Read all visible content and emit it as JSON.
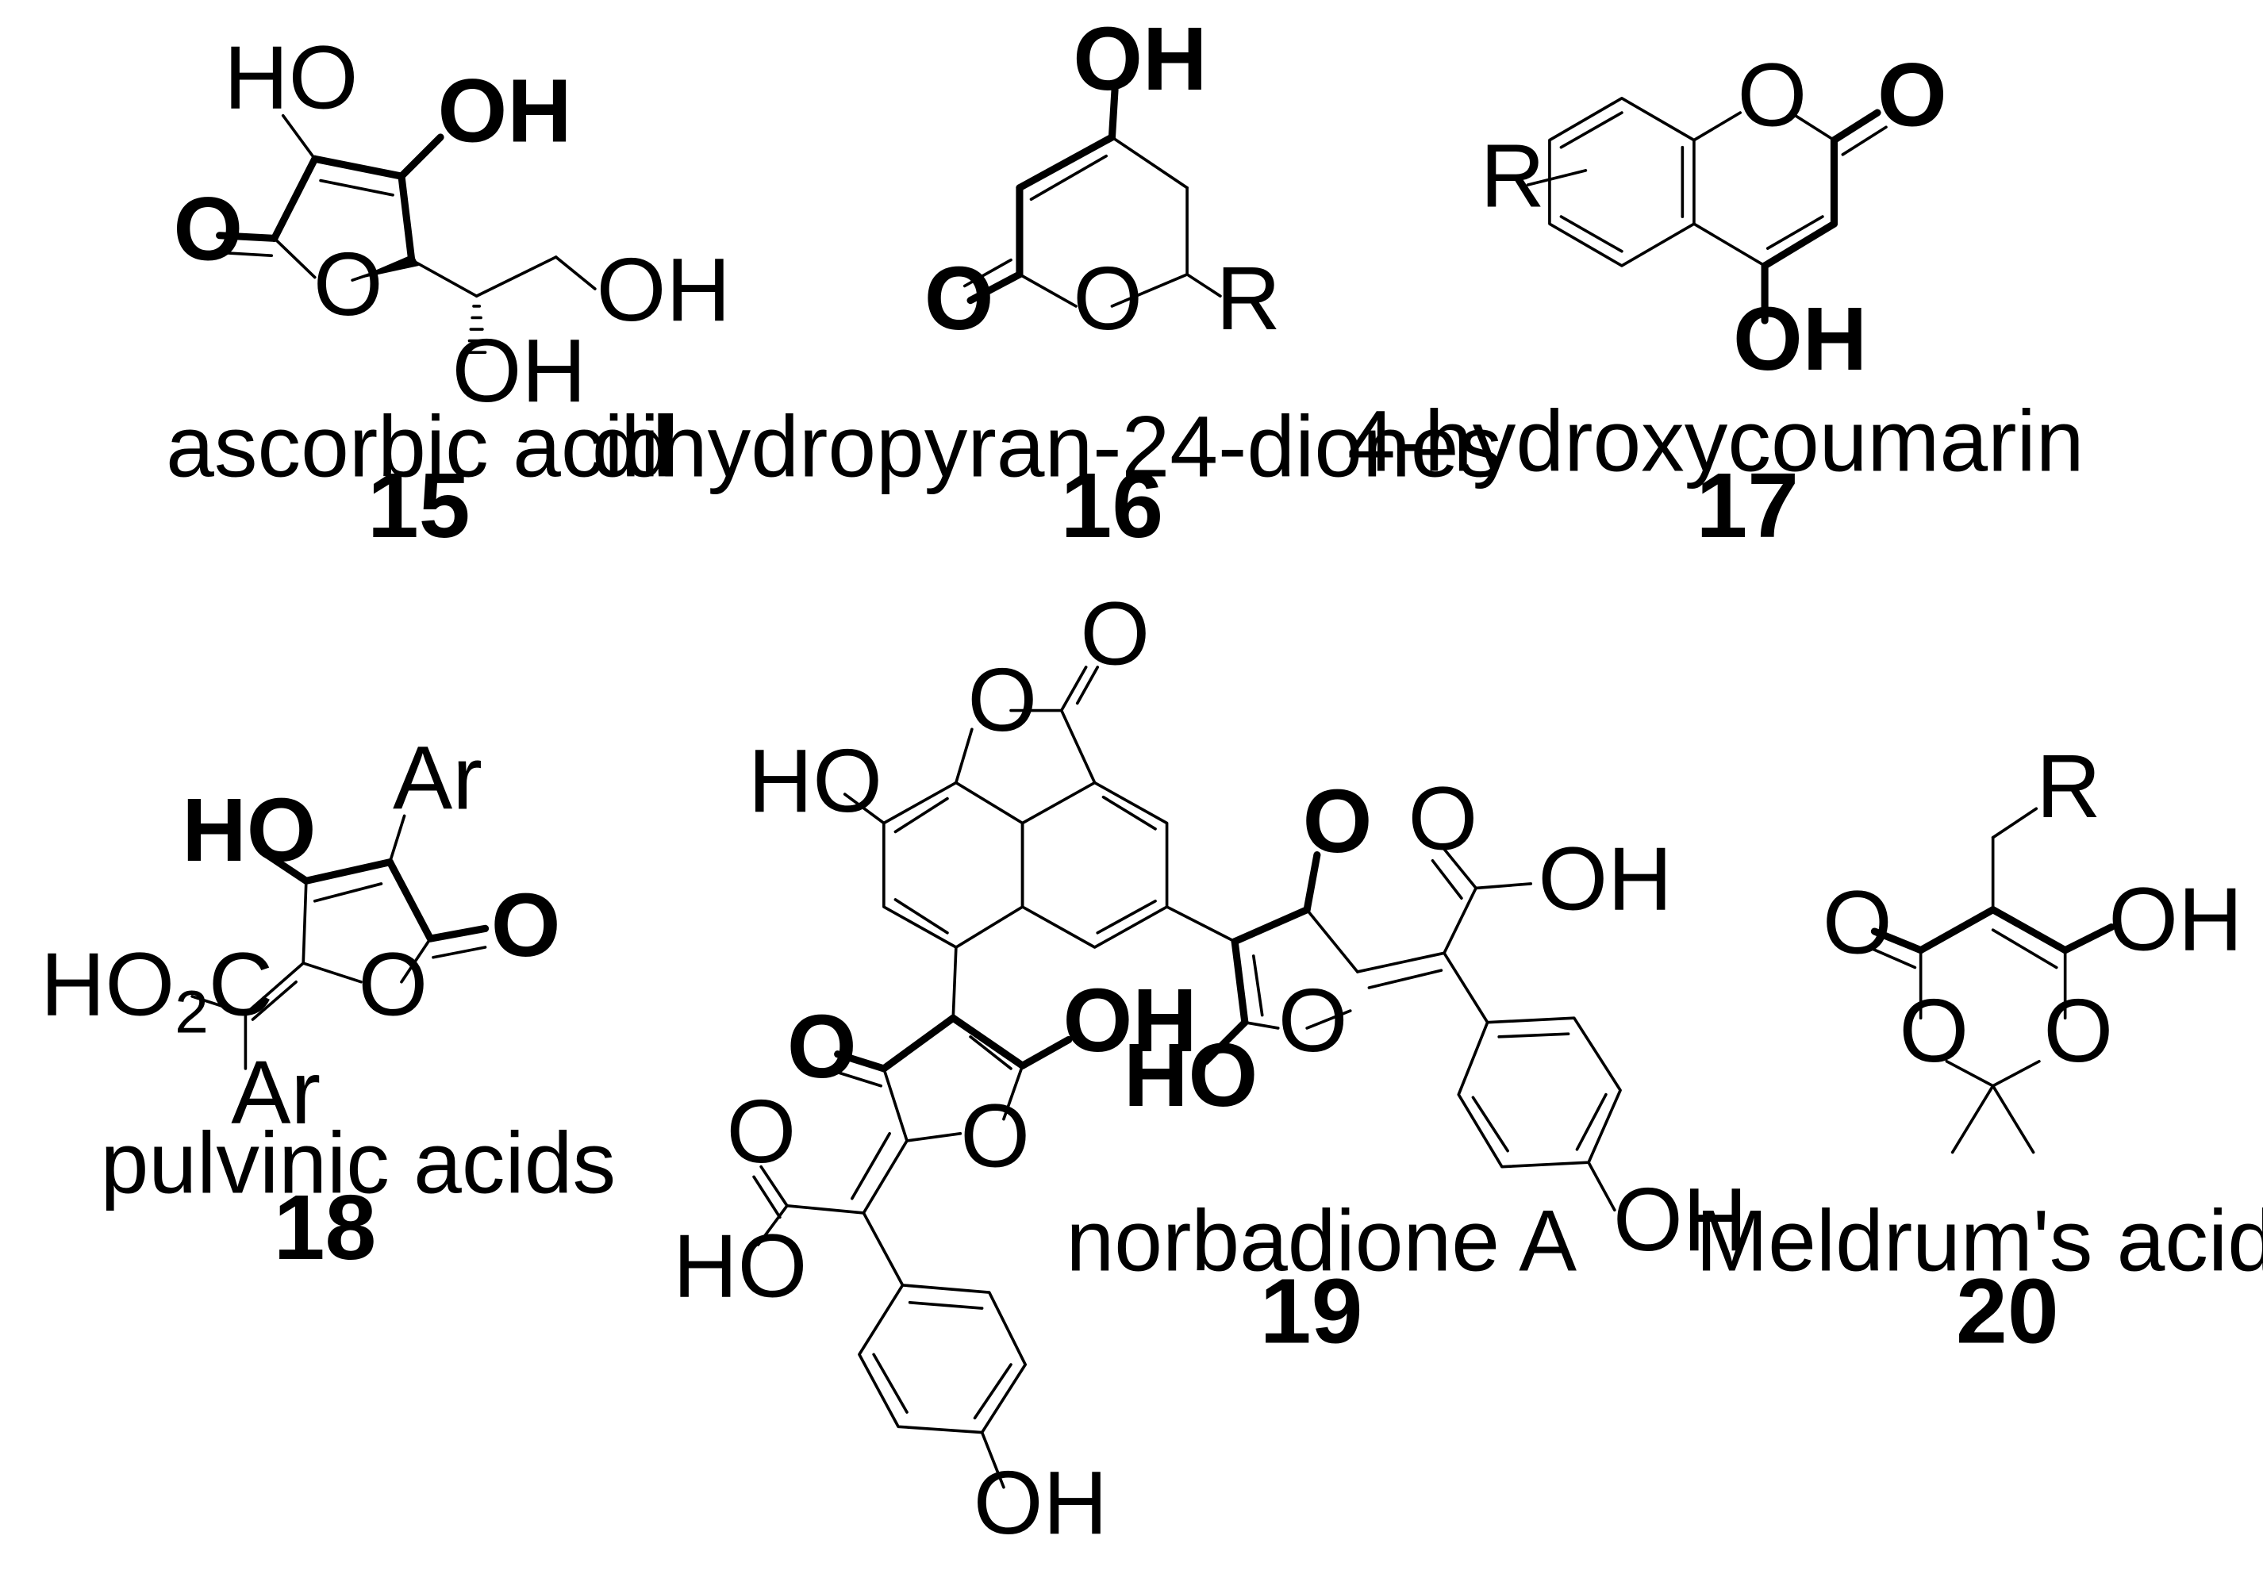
{
  "compounds": [
    {
      "name": "ascorbic acid",
      "number": "15"
    },
    {
      "name": "dihydropyran-24-diones",
      "number": "16"
    },
    {
      "name": "4-hydroxycoumarin",
      "number": "17"
    },
    {
      "name": "pulvinic acids",
      "number": "18"
    },
    {
      "name": "norbadione A",
      "number": "19"
    },
    {
      "name": "Meldrum's acids",
      "number": "20"
    }
  ],
  "atom_labels": {
    "ho": "HO",
    "oh": "OH",
    "o": "O",
    "r": "R",
    "ar": "Ar",
    "ho2c_main": "HO",
    "ho2c_sub": "2",
    "ho2c_c": "C"
  }
}
